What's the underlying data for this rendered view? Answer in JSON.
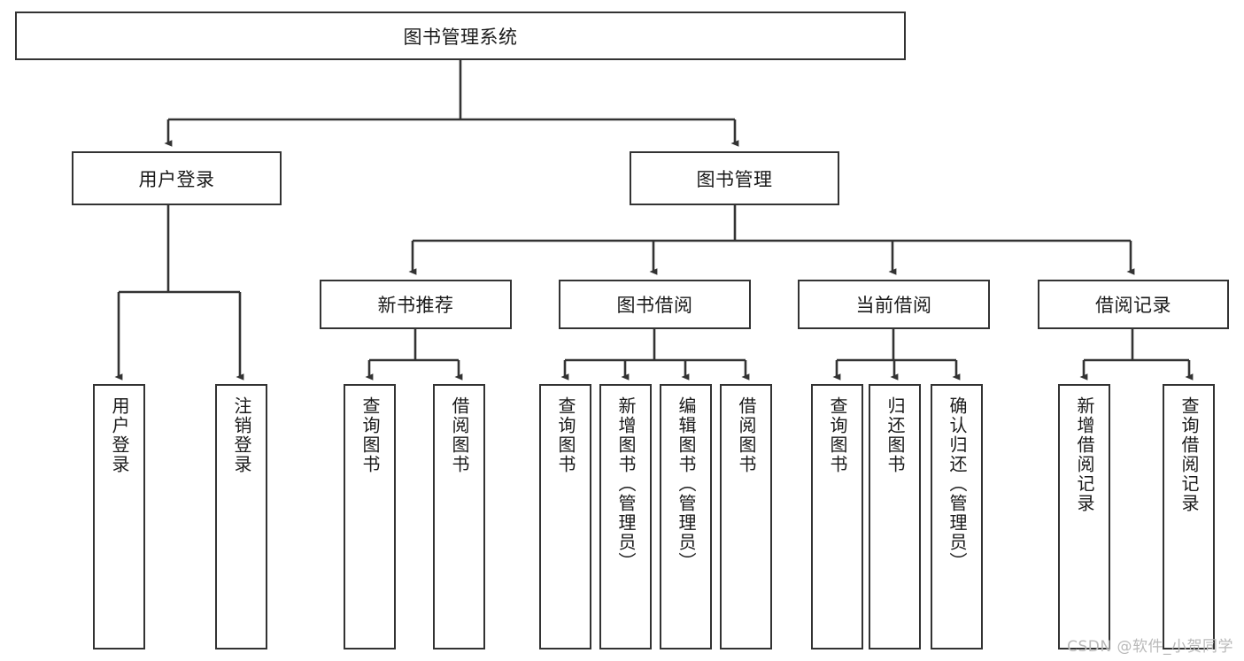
{
  "diagram": {
    "type": "tree",
    "title": "图书管理系统",
    "root": {
      "label": "图书管理系统"
    },
    "level2": [
      {
        "label": "用户登录"
      },
      {
        "label": "图书管理"
      }
    ],
    "level3": [
      {
        "label": "新书推荐"
      },
      {
        "label": "图书借阅"
      },
      {
        "label": "当前借阅"
      },
      {
        "label": "借阅记录"
      }
    ],
    "leaves": {
      "user_login": [
        {
          "label": "用户登录"
        },
        {
          "label": "注销登录"
        }
      ],
      "new_book_recommend": [
        {
          "label": "查询图书"
        },
        {
          "label": "借阅图书"
        }
      ],
      "book_borrow": [
        {
          "label": "查询图书"
        },
        {
          "label": "新增图书（管理员）"
        },
        {
          "label": "编辑图书（管理员）"
        },
        {
          "label": "借阅图书"
        }
      ],
      "current_borrow": [
        {
          "label": "查询图书"
        },
        {
          "label": "归还图书"
        },
        {
          "label": "确认归还（管理员）"
        }
      ],
      "borrow_record": [
        {
          "label": "新增借阅记录"
        },
        {
          "label": "查询借阅记录"
        }
      ]
    }
  },
  "watermark": {
    "text": "CSDN @软件_小贺同学"
  },
  "colors": {
    "stroke": "#333333",
    "box_fill": "#ffffff",
    "text": "#1a1a1a",
    "watermark": "#b9b9b9"
  }
}
